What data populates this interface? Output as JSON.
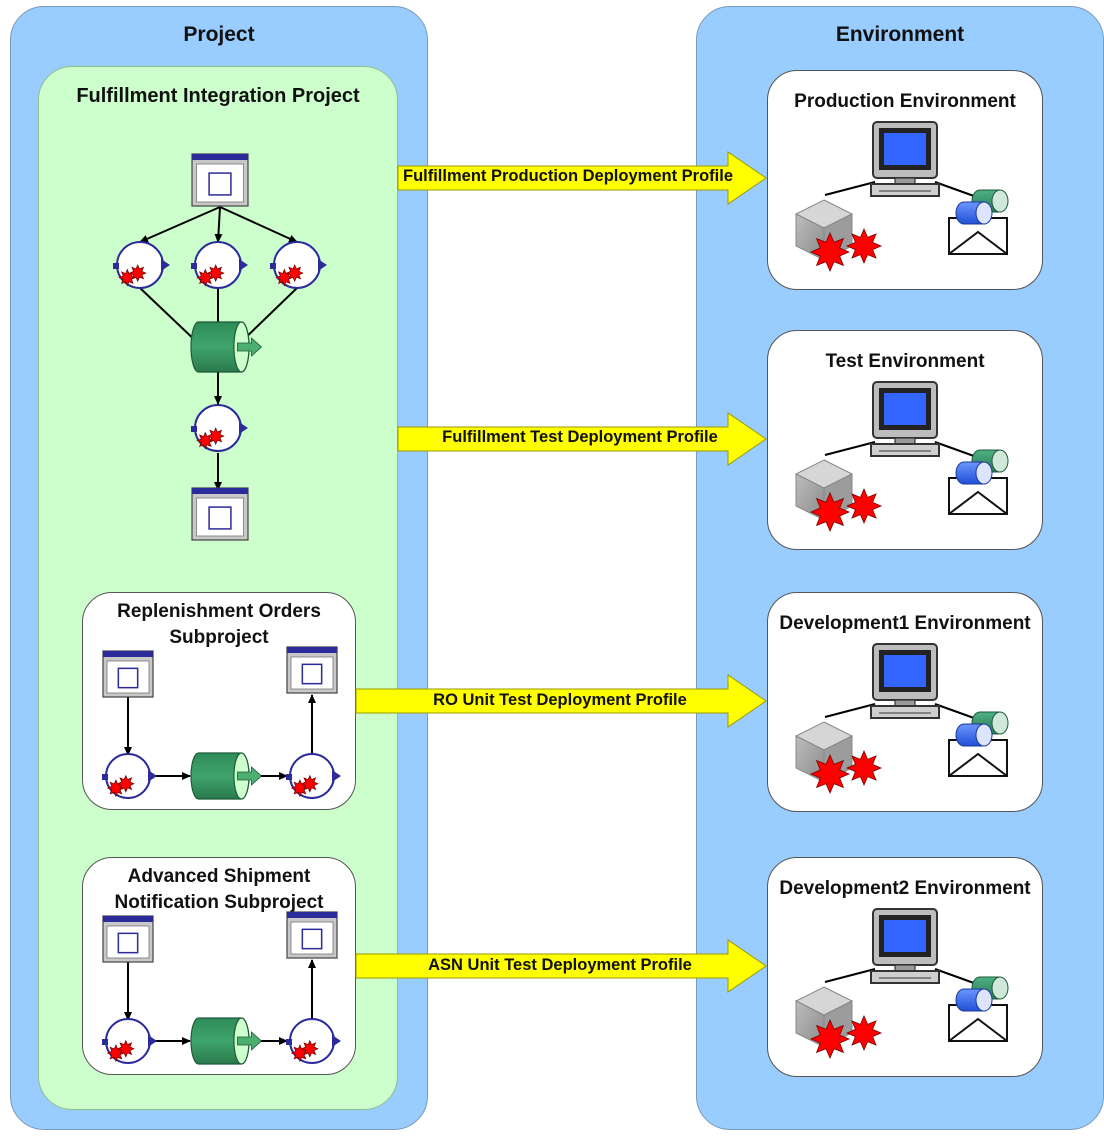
{
  "panels": {
    "project": {
      "title": "Project"
    },
    "environment": {
      "title": "Environment"
    }
  },
  "main_project": {
    "title": "Fulfillment Integration Project"
  },
  "subprojects": [
    {
      "title_line1": "Replenishment Orders",
      "title_line2": "Subproject"
    },
    {
      "title_line1": "Advanced Shipment",
      "title_line2": "Notification Subproject"
    }
  ],
  "deployment_profiles": [
    {
      "label": "Fulfillment Production Deployment Profile"
    },
    {
      "label": "Fulfillment Test Deployment Profile"
    },
    {
      "label": "RO Unit Test Deployment Profile"
    },
    {
      "label": "ASN Unit Test Deployment Profile"
    }
  ],
  "environments": [
    {
      "title": "Production Environment"
    },
    {
      "title": "Test Environment"
    },
    {
      "title": "Development1 Environment"
    },
    {
      "title": "Development2 Environment"
    }
  ],
  "colors": {
    "panel_blue": "#99ccff",
    "project_green": "#ccffcc",
    "arrow_yellow": "#ffff00",
    "burst_red": "#ff0000",
    "cylinder_green": "#339966",
    "monitor_screen": "#3366ff"
  }
}
